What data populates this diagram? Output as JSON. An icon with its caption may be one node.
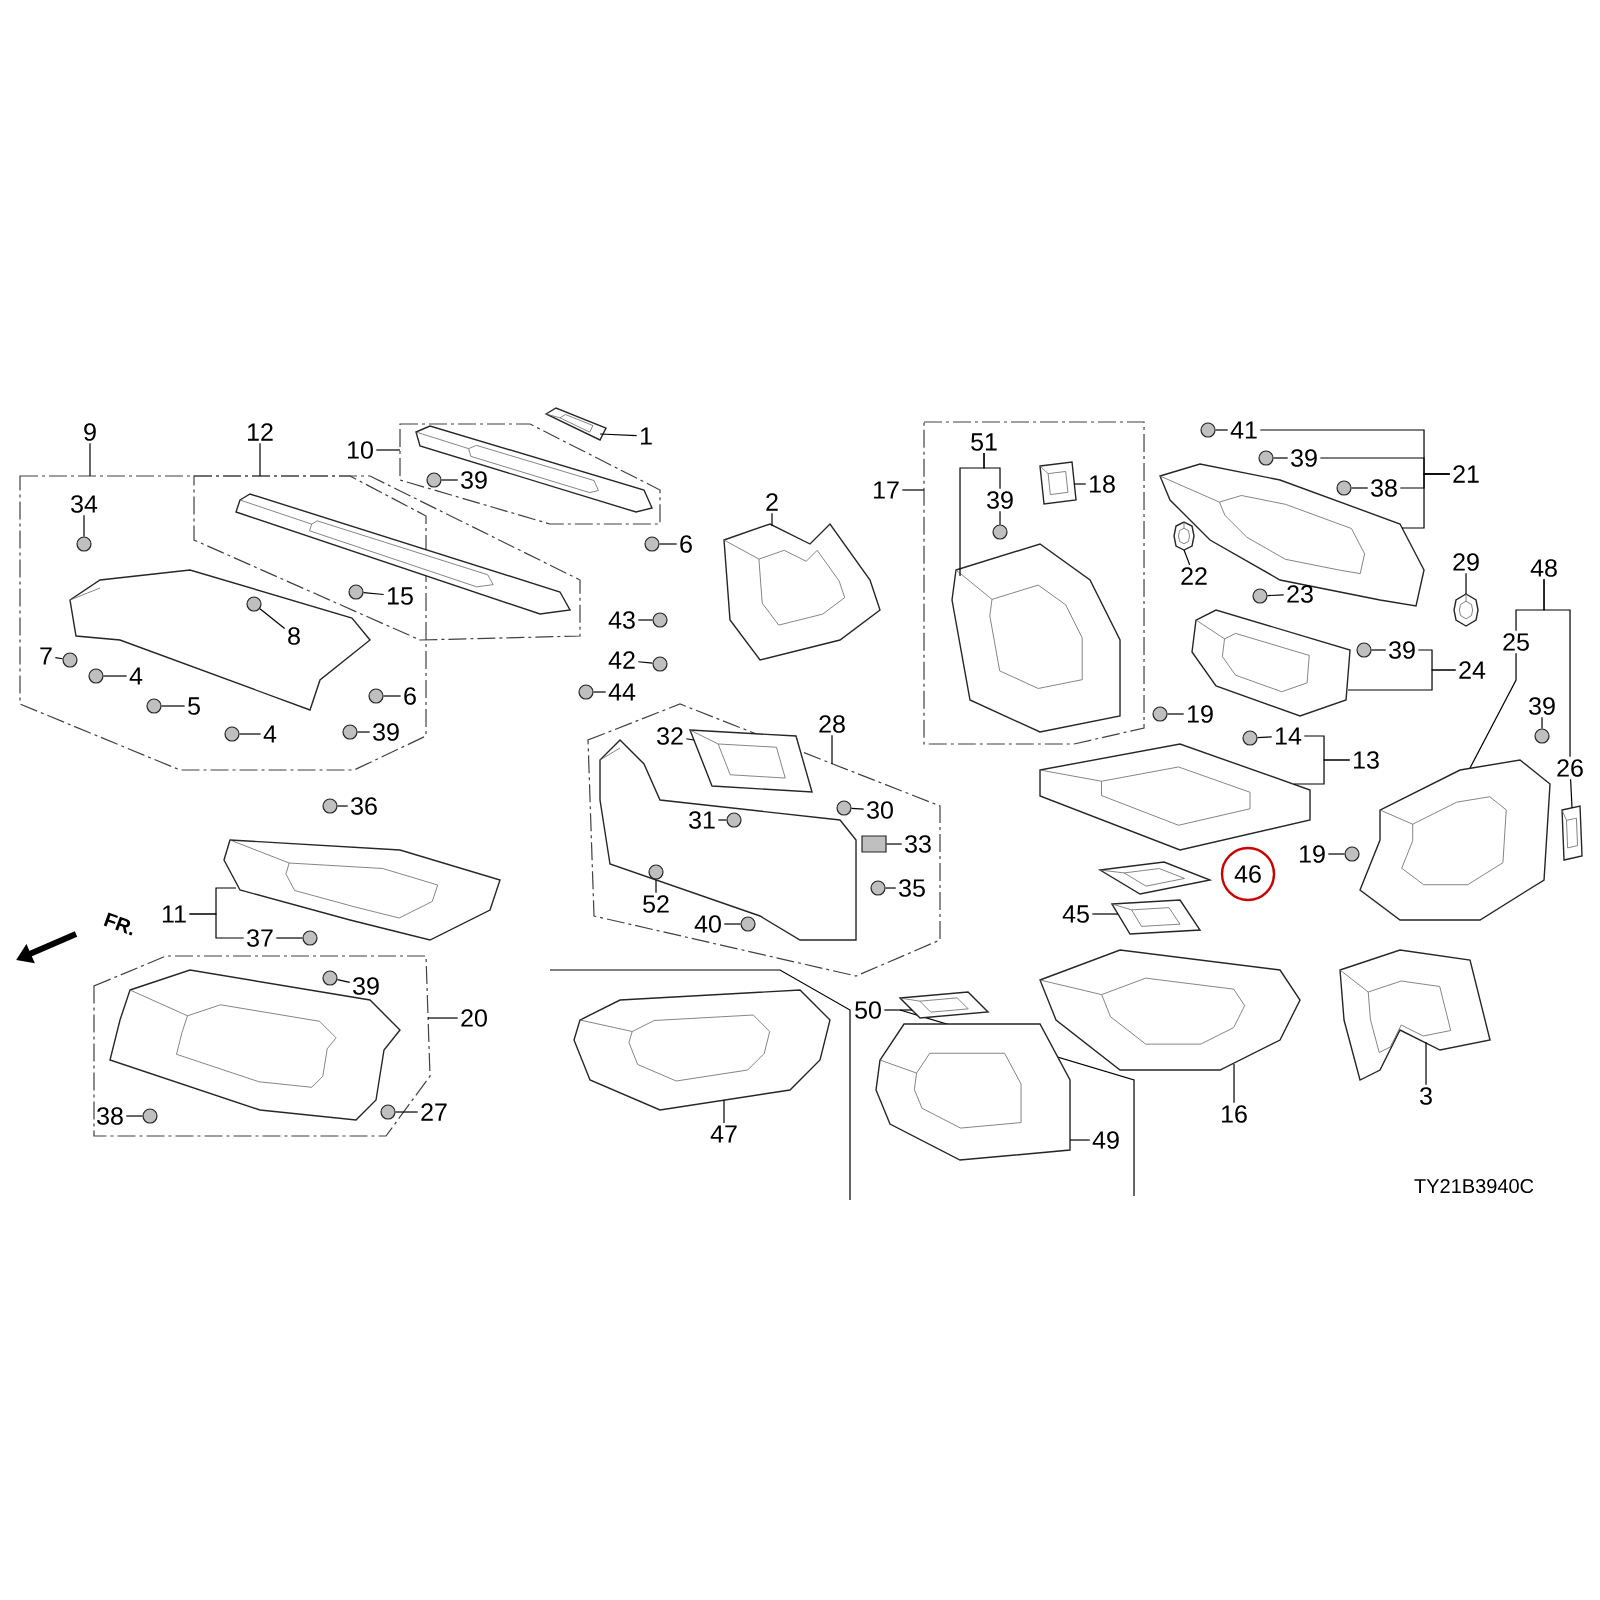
{
  "diagram": {
    "nodes": [
      {
        "text": [],
        "shape": "box"
      },
      {
        "text": [],
        "shape": "box"
      },
      {
        "text": [],
        "shape": "box"
      },
      {
        "text": [],
        "shape": "box"
      },
      {
        "text": [],
        "shape": "box"
      },
      {
        "text": [],
        "shape": "box"
      },
      {
        "text": [
          "9"
        ]
      },
      {
        "text": [
          "12"
        ]
      },
      {
        "text": [
          "10"
        ]
      },
      {
        "text": [
          "1"
        ]
      },
      {
        "text": [],
        "shape": "picture"
      },
      {
        "text": [],
        "shape": "picture",
        "in": 2
      },
      {
        "text": [],
        "shape": "circle",
        "in": 2
      },
      {
        "text": [
          "39"
        ],
        "in": 2
      },
      {
        "text": [
          "6"
        ]
      },
      {
        "text": [],
        "shape": "circle"
      },
      {
        "text": [
          "34"
        ],
        "in": 0
      },
      {
        "text": [],
        "shape": "circle",
        "in": 0
      },
      {
        "text": [],
        "shape": "picture",
        "in": 0
      },
      {
        "text": [
          "8"
        ],
        "in": 18
      },
      {
        "text": [],
        "shape": "circle",
        "in": 18
      },
      {
        "text": [
          "15"
        ]
      },
      {
        "text": [],
        "shape": "circle"
      },
      {
        "text": [],
        "shape": "picture",
        "in": 1
      },
      {
        "text": [
          "7"
        ],
        "in": 0
      },
      {
        "text": [],
        "shape": "circle",
        "in": 0
      },
      {
        "text": [
          "4"
        ],
        "in": 0
      },
      {
        "text": [],
        "shape": "circle",
        "in": 0
      },
      {
        "text": [
          "5"
        ],
        "in": 0
      },
      {
        "text": [],
        "shape": "circle",
        "in": 0
      },
      {
        "text": [
          "6"
        ],
        "in": 0
      },
      {
        "text": [],
        "shape": "circle",
        "in": 0
      },
      {
        "text": [
          "4"
        ],
        "in": 0
      },
      {
        "text": [],
        "shape": "circle",
        "in": 0
      },
      {
        "text": [
          "39"
        ],
        "in": 0
      },
      {
        "text": [],
        "shape": "circle",
        "in": 0
      },
      {
        "text": [
          "43"
        ]
      },
      {
        "text": [],
        "shape": "circle"
      },
      {
        "text": [
          "42"
        ]
      },
      {
        "text": [],
        "shape": "circle"
      },
      {
        "text": [
          "44"
        ]
      },
      {
        "text": [],
        "shape": "circle"
      },
      {
        "text": [
          "36"
        ]
      },
      {
        "text": [],
        "shape": "circle"
      },
      {
        "text": [
          "11"
        ]
      },
      {
        "text": [],
        "shape": "picture"
      },
      {
        "text": [
          "37"
        ]
      },
      {
        "text": [],
        "shape": "circle"
      },
      {
        "text": [
          "20"
        ]
      },
      {
        "text": [],
        "shape": "picture",
        "in": 4
      },
      {
        "text": [
          "39"
        ],
        "in": 4
      },
      {
        "text": [],
        "shape": "circle",
        "in": 4
      },
      {
        "text": [
          "38"
        ],
        "in": 4
      },
      {
        "text": [],
        "shape": "circle",
        "in": 4
      },
      {
        "text": [
          "27"
        ]
      },
      {
        "text": [],
        "shape": "circle",
        "in": 4
      },
      {
        "text": [
          "2"
        ]
      },
      {
        "text": [],
        "shape": "picture"
      },
      {
        "text": [
          "28"
        ]
      },
      {
        "text": [],
        "shape": "picture",
        "in": 3
      },
      {
        "text": [
          "32"
        ],
        "in": 3
      },
      {
        "text": [],
        "shape": "picture",
        "in": 3
      },
      {
        "text": [
          "31"
        ],
        "in": 59
      },
      {
        "text": [],
        "shape": "circle",
        "in": 59
      },
      {
        "text": [
          "30"
        ],
        "in": 3
      },
      {
        "text": [],
        "shape": "circle",
        "in": 3
      },
      {
        "text": [
          "33"
        ],
        "in": 3
      },
      {
        "text": [],
        "shape": "box",
        "in": 3
      },
      {
        "text": [
          "35"
        ],
        "in": 3
      },
      {
        "text": [],
        "shape": "circle",
        "in": 3
      },
      {
        "text": [
          "52"
        ],
        "in": 3
      },
      {
        "text": [],
        "shape": "circle",
        "in": 59
      },
      {
        "text": [
          "40"
        ],
        "in": 3
      },
      {
        "text": [],
        "shape": "circle",
        "in": 3
      },
      {
        "text": [
          "47"
        ]
      },
      {
        "text": [],
        "shape": "picture"
      },
      {
        "text": [
          "50"
        ]
      },
      {
        "text": [],
        "shape": "picture"
      },
      {
        "text": [
          "49"
        ]
      },
      {
        "text": [],
        "shape": "picture"
      },
      {
        "text": [
          "17"
        ]
      },
      {
        "text": [
          "51"
        ],
        "in": 5
      },
      {
        "text": [
          "39"
        ],
        "in": 5
      },
      {
        "text": [],
        "shape": "circle",
        "in": 5
      },
      {
        "text": [],
        "shape": "picture",
        "in": 5
      },
      {
        "text": [
          "18"
        ],
        "in": 5
      },
      {
        "text": [],
        "shape": "picture",
        "in": 5
      },
      {
        "text": [
          "41"
        ]
      },
      {
        "text": [],
        "shape": "circle"
      },
      {
        "text": [
          "39"
        ]
      },
      {
        "text": [],
        "shape": "circle"
      },
      {
        "text": [
          "38"
        ]
      },
      {
        "text": [],
        "shape": "circle"
      },
      {
        "text": [
          "21"
        ]
      },
      {
        "text": [],
        "shape": "picture"
      },
      {
        "text": [
          "22"
        ]
      },
      {
        "text": [],
        "shape": "picture"
      },
      {
        "text": [
          "23"
        ]
      },
      {
        "text": [],
        "shape": "circle"
      },
      {
        "text": [
          "29"
        ]
      },
      {
        "text": [],
        "shape": "picture"
      },
      {
        "text": [
          "39"
        ]
      },
      {
        "text": [],
        "shape": "circle"
      },
      {
        "text": [
          "24"
        ]
      },
      {
        "text": [],
        "shape": "picture"
      },
      {
        "text": [
          "48"
        ]
      },
      {
        "text": [
          "25"
        ]
      },
      {
        "text": [
          "39"
        ]
      },
      {
        "text": [],
        "shape": "circle"
      },
      {
        "text": [
          "26"
        ]
      },
      {
        "text": [],
        "shape": "picture"
      },
      {
        "text": [],
        "shape": "picture"
      },
      {
        "text": [
          "19"
        ]
      },
      {
        "text": [],
        "shape": "circle"
      },
      {
        "text": [
          "14"
        ]
      },
      {
        "text": [],
        "shape": "circle"
      },
      {
        "text": [
          "13"
        ]
      },
      {
        "text": [],
        "shape": "picture"
      },
      {
        "text": [
          "19"
        ]
      },
      {
        "text": [],
        "shape": "circle"
      },
      {
        "text": [
          "46"
        ]
      },
      {
        "text": [],
        "shape": "picture"
      },
      {
        "text": [
          "45"
        ]
      },
      {
        "text": [],
        "shape": "picture"
      },
      {
        "text": [
          "16"
        ]
      },
      {
        "text": [],
        "shape": "picture"
      },
      {
        "text": [
          "3"
        ]
      },
      {
        "text": [],
        "shape": "picture"
      }
    ],
    "edges": [
      {
        "from": 6,
        "to": 0,
        "arrow": "none"
      },
      {
        "from": 7,
        "to": 1,
        "arrow": "none"
      },
      {
        "from": 8,
        "to": 2,
        "arrow": "none"
      },
      {
        "from": 9,
        "to": 10,
        "arrow": "none"
      },
      {
        "from": 13,
        "to": 12,
        "arrow": "none"
      },
      {
        "from": 14,
        "to": 15,
        "arrow": "none"
      },
      {
        "from": 16,
        "to": 17,
        "arrow": "none"
      },
      {
        "from": 19,
        "to": 20,
        "arrow": "none"
      },
      {
        "from": 21,
        "to": 22,
        "arrow": "none"
      },
      {
        "from": 24,
        "to": 25,
        "arrow": "none"
      },
      {
        "from": 26,
        "to": 27,
        "arrow": "none"
      },
      {
        "from": 28,
        "to": 29,
        "arrow": "none"
      },
      {
        "from": 30,
        "to": 31,
        "arrow": "none"
      },
      {
        "from": 32,
        "to": 33,
        "arrow": "none"
      },
      {
        "from": 34,
        "to": 35,
        "arrow": "none"
      },
      {
        "from": 36,
        "to": 37,
        "arrow": "none"
      },
      {
        "from": 38,
        "to": 39,
        "arrow": "none"
      },
      {
        "from": 40,
        "to": 41,
        "arrow": "none"
      },
      {
        "from": 42,
        "to": 43,
        "arrow": "none"
      },
      {
        "from": 44,
        "to": 45,
        "arrow": "none"
      },
      {
        "from": 44,
        "to": 46,
        "arrow": "none"
      },
      {
        "from": 46,
        "to": 47,
        "arrow": "none"
      },
      {
        "from": 48,
        "to": 4,
        "arrow": "none"
      },
      {
        "from": 50,
        "to": 51,
        "arrow": "none"
      },
      {
        "from": 52,
        "to": 53,
        "arrow": "none"
      },
      {
        "from": 54,
        "to": 55,
        "arrow": "none"
      },
      {
        "from": 56,
        "to": 57,
        "arrow": "none"
      },
      {
        "from": 58,
        "to": 3,
        "arrow": "none"
      },
      {
        "from": 60,
        "to": 61,
        "arrow": "none"
      },
      {
        "from": 62,
        "to": 63,
        "arrow": "none"
      },
      {
        "from": 64,
        "to": 65,
        "arrow": "none"
      },
      {
        "from": 66,
        "to": 67,
        "arrow": "none"
      },
      {
        "from": 68,
        "to": 69,
        "arrow": "none"
      },
      {
        "from": 70,
        "to": 71,
        "arrow": "none"
      },
      {
        "from": 72,
        "to": 73,
        "arrow": "none"
      },
      {
        "from": 74,
        "to": 75,
        "arrow": "none"
      },
      {
        "from": 76,
        "to": 77,
        "arrow": "none"
      },
      {
        "from": 78,
        "to": 79,
        "arrow": "none"
      },
      {
        "from": 80,
        "to": 5,
        "arrow": "none"
      },
      {
        "from": 81,
        "to": 82,
        "arrow": "none"
      },
      {
        "from": 81,
        "to": 84,
        "arrow": "none"
      },
      {
        "from": 82,
        "to": 83,
        "arrow": "none"
      },
      {
        "from": 85,
        "to": 86,
        "arrow": "none"
      },
      {
        "from": 87,
        "to": 88,
        "arrow": "none"
      },
      {
        "from": 89,
        "to": 90,
        "arrow": "none"
      },
      {
        "from": 91,
        "to": 92,
        "arrow": "none"
      },
      {
        "from": 93,
        "to": 87,
        "arrow": "none"
      },
      {
        "from": 93,
        "to": 89,
        "arrow": "none"
      },
      {
        "from": 93,
        "to": 91,
        "arrow": "none"
      },
      {
        "from": 93,
        "to": 94,
        "arrow": "none"
      },
      {
        "from": 95,
        "to": 96,
        "arrow": "none"
      },
      {
        "from": 97,
        "to": 98,
        "arrow": "none"
      },
      {
        "from": 99,
        "to": 100,
        "arrow": "none"
      },
      {
        "from": 101,
        "to": 102,
        "arrow": "none"
      },
      {
        "from": 103,
        "to": 101,
        "arrow": "none"
      },
      {
        "from": 103,
        "to": 104,
        "arrow": "none"
      },
      {
        "from": 105,
        "to": 106,
        "arrow": "none"
      },
      {
        "from": 105,
        "to": 109,
        "arrow": "none"
      },
      {
        "from": 106,
        "to": 111,
        "arrow": "none"
      },
      {
        "from": 107,
        "to": 108,
        "arrow": "none"
      },
      {
        "from": 109,
        "to": 110,
        "arrow": "none"
      },
      {
        "from": 112,
        "to": 113,
        "arrow": "none"
      },
      {
        "from": 114,
        "to": 115,
        "arrow": "none"
      },
      {
        "from": 116,
        "to": 114,
        "arrow": "none"
      },
      {
        "from": 116,
        "to": 117,
        "arrow": "none"
      },
      {
        "from": 118,
        "to": 119,
        "arrow": "none"
      },
      {
        "from": 122,
        "to": 123,
        "arrow": "none"
      },
      {
        "from": 124,
        "to": 125,
        "arrow": "none"
      },
      {
        "from": 126,
        "to": 127,
        "arrow": "none"
      }
    ],
    "labels": [
      "FR.",
      "TY21B3940C"
    ]
  }
}
